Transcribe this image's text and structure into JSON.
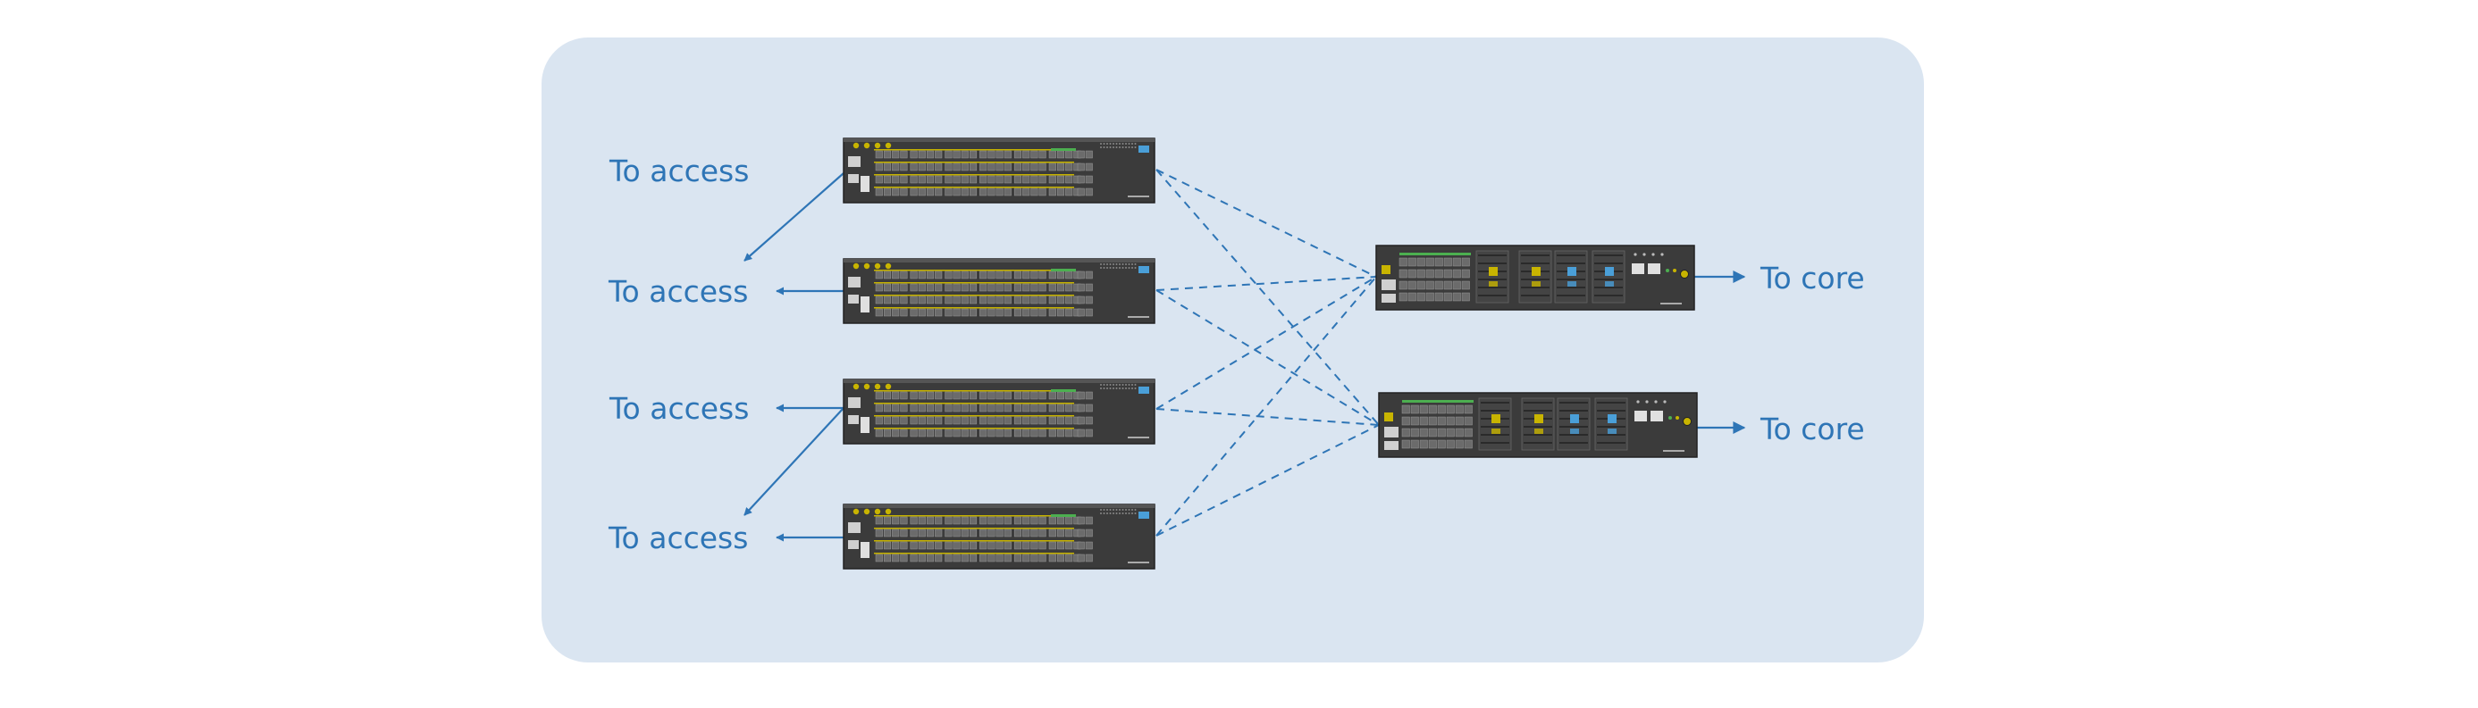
{
  "diagram": {
    "labels": {
      "access": [
        "To access",
        "To access",
        "To access",
        "To access"
      ],
      "core": [
        "To core",
        "To core"
      ]
    },
    "colors": {
      "panel": "#dae5f1",
      "line": "#2e75b6",
      "text": "#2e75b6",
      "device_body": "#3b3b3b",
      "port_accent": "#c8b400",
      "status_green": "#4caf50",
      "status_blue": "#4a9fd8"
    },
    "devices": {
      "access_switch_icon": "access-switch-icon",
      "core_switch_icon": "core-switch-icon"
    }
  }
}
